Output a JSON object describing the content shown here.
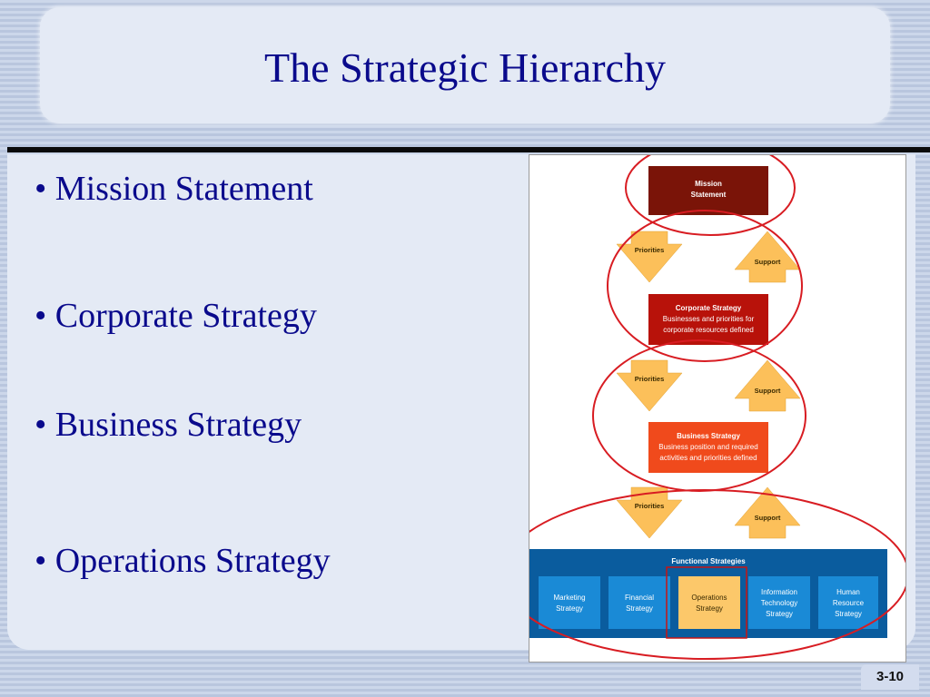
{
  "slide": {
    "title": "The Strategic Hierarchy",
    "bullets": [
      "• Mission Statement",
      "• Corporate Strategy",
      "• Business Strategy",
      "• Operations Strategy"
    ],
    "slide_number": "3-10"
  },
  "diagram": {
    "mission": {
      "line1": "Mission",
      "line2": "Statement"
    },
    "corporate": {
      "title": "Corporate Strategy",
      "line1": "Businesses and priorities for",
      "line2": "corporate resources defined"
    },
    "business": {
      "title": "Business Strategy",
      "line1": "Business position and required",
      "line2": "activities and priorities defined"
    },
    "priorities_label": "Priorities",
    "support_label": "Support",
    "functional": {
      "title": "Functional Strategies",
      "items": [
        {
          "line1": "Marketing",
          "line2": "Strategy",
          "line3": ""
        },
        {
          "line1": "Financial",
          "line2": "Strategy",
          "line3": ""
        },
        {
          "line1": "Operations",
          "line2": "Strategy",
          "line3": ""
        },
        {
          "line1": "Information",
          "line2": "Technology",
          "line3": "Strategy"
        },
        {
          "line1": "Human",
          "line2": "Resource",
          "line3": "Strategy"
        }
      ]
    },
    "colors": {
      "mission": "#7a1408",
      "corporate": "#b8120a",
      "business": "#f04a1c",
      "arrow": "#fcc05a",
      "functional_band": "#0a5c9e",
      "functional_box": "#1a8ad6",
      "operations_box": "#fcc86a",
      "highlight_ring": "#d81c22"
    }
  }
}
